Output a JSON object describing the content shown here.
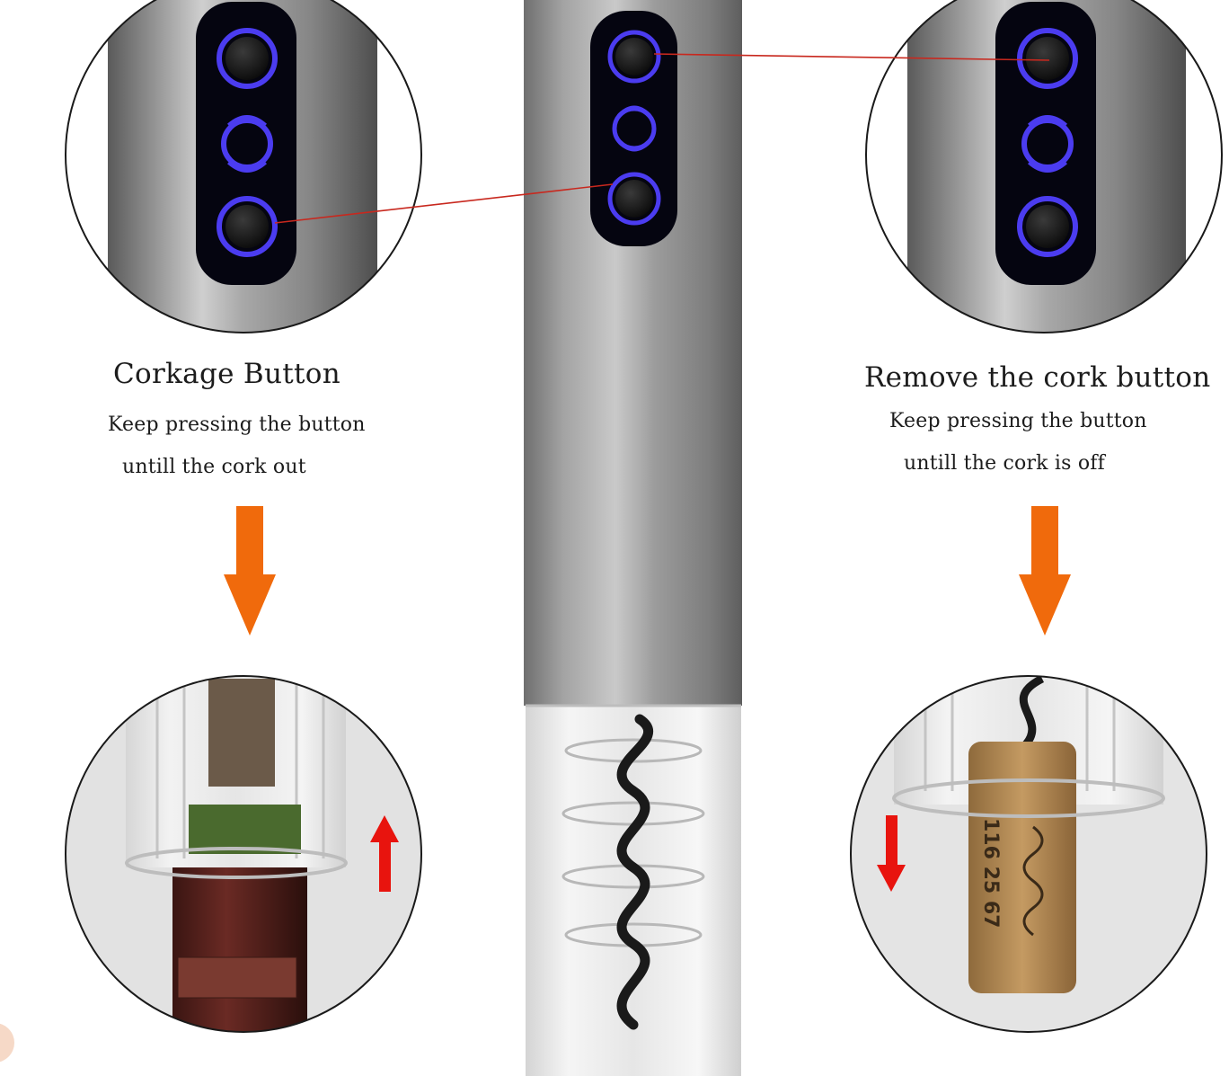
{
  "left_panel": {
    "title": "Corkage Button",
    "line1": "Keep pressing  the button",
    "line2": "untill the  cork out"
  },
  "right_panel": {
    "title": "Remove the cork button",
    "line1": "Keep pressing  the button",
    "line2": "untill the  cork is  off"
  },
  "colors": {
    "arrow_orange": "#f06a0c",
    "arrow_red": "#e8140e",
    "led_blue": "#4b3cf0",
    "leader_line": "#c8281e",
    "body_silver": "#9a9a9a"
  },
  "cork_print": "116 25 67"
}
